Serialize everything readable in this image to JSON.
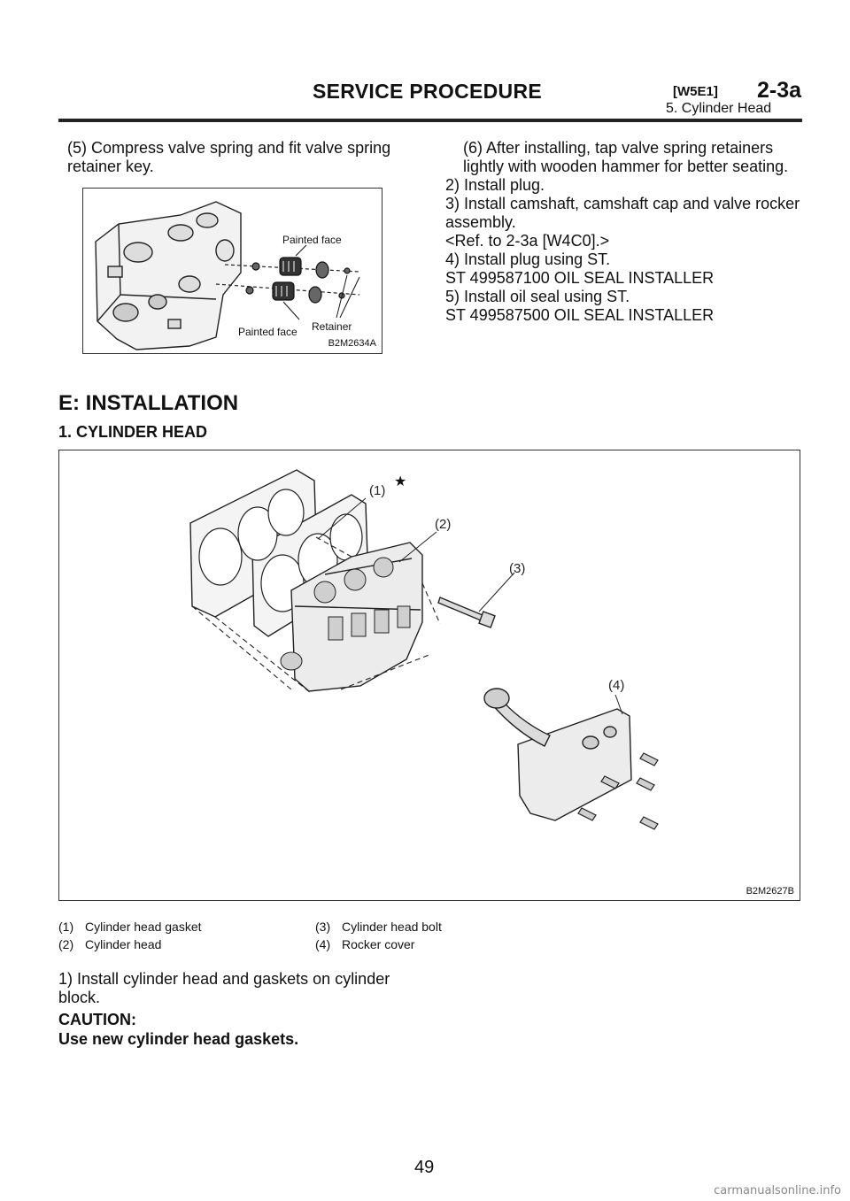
{
  "header": {
    "title": "SERVICE PROCEDURE",
    "code": "[W5E1]",
    "section": "2-3a",
    "subtitle": "5. Cylinder Head"
  },
  "left": {
    "step5": "(5) Compress valve spring and fit valve spring retainer key."
  },
  "right": {
    "lines": [
      "(6) After installing, tap valve spring retainers",
      "lightly with wooden hammer for better seating.",
      "2) Install plug.",
      "3) Install camshaft, camshaft cap and valve rocker",
      "assembly.",
      "<Ref. to 2-3a [W4C0].>",
      "4) Install plug using ST.",
      "ST 499587100 OIL SEAL INSTALLER",
      "5) Install oil seal using ST.",
      "ST 499587500 OIL SEAL INSTALLER"
    ]
  },
  "figure1": {
    "caption": "B2M2634A",
    "labels": {
      "painted_face_top": "Painted face",
      "painted_face_bottom": "Painted face",
      "retainer": "Retainer"
    }
  },
  "section": {
    "title": "E: INSTALLATION",
    "subtitle": "1. CYLINDER HEAD"
  },
  "figure2": {
    "caption": "B2M2627B",
    "callouts": [
      "(1)",
      "(2)",
      "(3)",
      "(4)"
    ],
    "star": "★"
  },
  "legend": [
    {
      "num": "(1)",
      "text": "Cylinder head gasket"
    },
    {
      "num": "(2)",
      "text": "Cylinder head"
    },
    {
      "num": "(3)",
      "text": "Cylinder head bolt"
    },
    {
      "num": "(4)",
      "text": "Rocker cover"
    }
  ],
  "step1": "1) Install cylinder head and gaskets on cylinder block.",
  "caution": {
    "head": "CAUTION:",
    "text": "Use new cylinder head gaskets."
  },
  "page_number": "49",
  "footer_url": "carmanualsonline.info"
}
